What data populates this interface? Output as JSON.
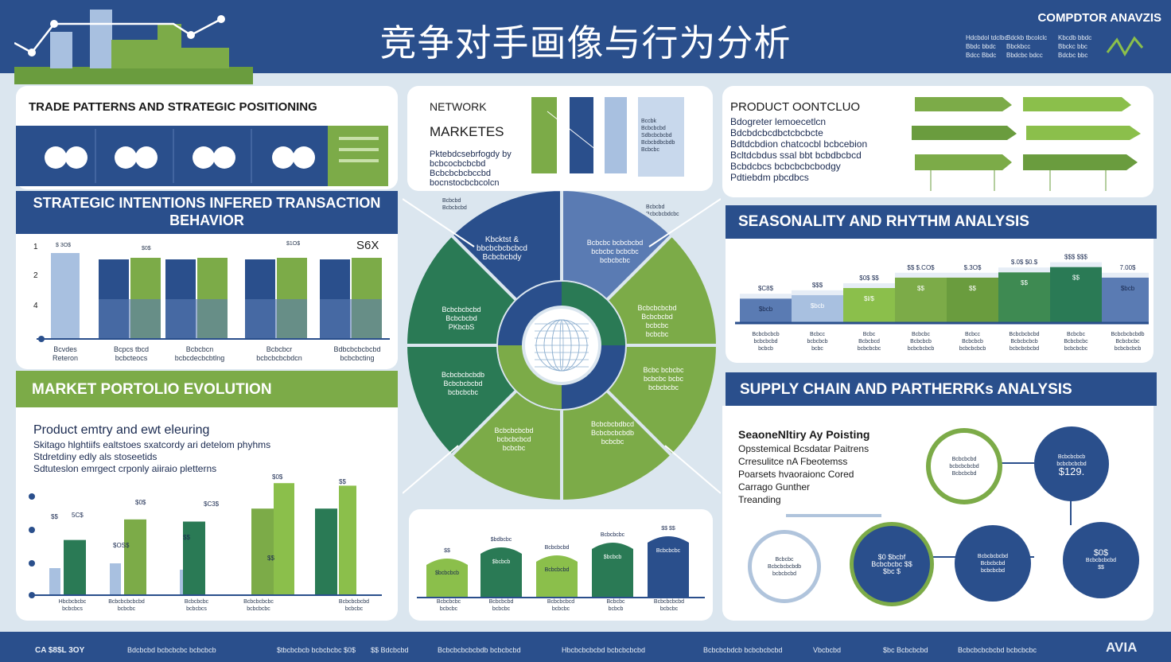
{
  "header": {
    "title": "竞争对手画像与行为分析",
    "brand": "COMPDTOR ANAVZIS",
    "cols": [
      [
        "Hdcbdol tdclbc",
        "Bbdc bbdc",
        "Bdcc Bbdc"
      ],
      [
        "Bdckb tbcolclc",
        "Bbckbcc",
        "Bbdcbc bdcc"
      ],
      [
        "Kbcdb bbdc",
        "Bbckc bbc",
        "Bdcbc bbc"
      ]
    ]
  },
  "trade": {
    "title": "TRADE PATTERNS AND STRATEGIC POSITIONING"
  },
  "network": {
    "line1": "NETWORK",
    "line2": "MARKETES",
    "lines": [
      "Pktebdcsebrfogdy by",
      "bcbcocbcbcbd",
      "Bcbcbcbcbccbd",
      "bocnstocbcbcolcn"
    ],
    "side": [
      "Bccbk",
      "Bcbcbcbd",
      "Sdbcbcbcbd",
      "Bcbcbdbcbdb",
      "Bcbcbc"
    ],
    "below": [
      "Bcbcbd",
      "Bcbcbcbd"
    ],
    "below_right": [
      "Bcbcbd",
      "Bcbcbcbdcbc"
    ]
  },
  "product": {
    "title": "PRODUCT OONTCLUO",
    "lines": [
      "Bdogreter lemoecetlcn",
      "Bdcbdcbcdbctcbcbcte",
      "Bdtdcbdion chatcocbl bcbcebion",
      "Bcltdcbdus ssal bbt bcbdbcbcd",
      "Bcbdcbcs bcbcbcbcbodgy",
      "Pdtiebdm pbcdbcs"
    ]
  },
  "strategic": {
    "title": "STRATEGIC INTENTIONS INFERED TRANSACTION BEHAVIOR",
    "y_ticks": [
      "1",
      "2",
      "4"
    ],
    "bar_labels": [
      "$ 3O$",
      "$0$",
      "$1O$",
      "S6X"
    ],
    "x_labels": [
      [
        "Bcvdes",
        "Reteron"
      ],
      [
        "Bcpcs tbcd",
        "bcbcteocs"
      ],
      [
        "Bcbcbcn",
        "bcbcdecbcbtlng"
      ],
      [
        "Bcbcbcr",
        "bcbcbcbcbdcn"
      ],
      [
        "Bdbcbcbcbcbd",
        "bcbcbcting"
      ]
    ]
  },
  "wheel": {
    "segments": [
      [
        "Kbcktst &",
        "bbcbcbcbcbcd",
        "Bcbcbcbdy"
      ],
      [
        "Bcbcbc bcbcbcbd",
        "bcbcbc bcbcbc",
        "bcbcbcbc"
      ],
      [
        "Bcbcbcbcbd",
        "Bcbcbcbd",
        "bcbcbc",
        "bcbcbc"
      ],
      [
        "Bcbc bcbcbc",
        "bcbcbc bcbc",
        "bcbcbcbc"
      ],
      [
        "Bcbcbcbdbcd",
        "Bcbcbcbcbdb",
        "bcbcbc"
      ],
      [
        "Bcbcbcbcbd",
        "bcbcbcbcd",
        "bcbcbc"
      ],
      [
        "Bcbcbcbcbdb",
        "Bcbcbcbcbd",
        "bcbcbcbc"
      ],
      [
        "Bcbcbcbcbd",
        "Bcbcbcbd",
        "PKbcbS"
      ]
    ]
  },
  "seasonality": {
    "title": "SEASONALITY AND RHYTHM ANALYSIS",
    "values": [
      1.4,
      1.6,
      2.0,
      2.6,
      2.6,
      2.9,
      3.2,
      2.6
    ],
    "top_labels": [
      "$C8$",
      "$$$",
      "$0$ $$",
      "$$ $.CO$",
      "$.3O$",
      "$.0$ $0.$",
      "$$$ $$$",
      "7.00$"
    ],
    "inner": [
      "$bcb",
      "$bcb",
      "$l/$",
      "$$",
      "$$",
      "$$",
      "$$",
      "$bcb"
    ],
    "x_labels": [
      [
        "Bcbcbcbcb",
        "bcbcbcbd",
        "bcbcb"
      ],
      [
        "Bcbcc",
        "bcbcbcb",
        "bcbc"
      ],
      [
        "Bcbc",
        "Bcbcbcd",
        "bcbcbcbc"
      ],
      [
        "Bcbcbc",
        "Bcbcbcb",
        "bcbcbcbcb"
      ],
      [
        "Bcbcc",
        "Bcbcbcb",
        "bcbcbcbcb"
      ],
      [
        "Bcbcbcbcbd",
        "Bcbcbcbcb",
        "bcbcbcbcbd"
      ],
      [
        "Bcbcbc",
        "Bcbcbcbc",
        "bcbcbcbc"
      ],
      [
        "Bcbcbcbcbdb",
        "Bcbcbcbc",
        "bcbcbcbcb"
      ]
    ]
  },
  "market": {
    "title": "MARKET PORTOLIO EVOLUTION",
    "headline": "Product emtry and ewt eleuring",
    "lines": [
      "Skitago hlghtiifs ealtstoes sxatcordy ari detelom phyhms",
      "Stdretdiny edly als stoseetids",
      "Sdtuteslon emrgect crponly aiiraio pletterns"
    ],
    "bar_labels": [
      "$$",
      "5C$",
      "$0$",
      "$OS$",
      "$$",
      "$C3$",
      "$$",
      "$0$",
      "$$"
    ],
    "x_labels": [
      [
        "Hbcbcbcbc",
        "bcbcbcs"
      ],
      [
        "Bcbcbcbcbcbd",
        "bcbcbc"
      ],
      [
        "Bcbcbcbc",
        "bcbcbcs"
      ],
      [
        "Bcbcbcbcbc",
        "bcbcbcbc"
      ],
      [
        "Bcbcbcbcbd",
        "bcbcbc"
      ]
    ]
  },
  "bottom_chart": {
    "top_labels": [
      "$$",
      "$bdbcbc",
      "Bcbcbcbd",
      "Bcbcbcbc",
      "$$ $$"
    ],
    "inner": [
      "$bcbcbcb",
      "$bcbcb",
      "Bcbcbcbd",
      "$bcbcb",
      "Bcbcbcbc"
    ],
    "x_labels": [
      [
        "Bcbcbcbc",
        "bcbcbc"
      ],
      [
        "Bcbcbcbd",
        "bcbcbc"
      ],
      [
        "Bcbcbcbcd",
        "bcbcbc"
      ],
      [
        "Bcbcbc",
        "bcbcb"
      ],
      [
        "Bcbcbcbcbd",
        "bcbcbc"
      ]
    ]
  },
  "supply": {
    "title": "SUPPLY CHAIN AND PARTHERRKs ANALYSIS",
    "headline": "SeaoneNltiry Ay Poisting",
    "lines": [
      "Opsstemical Bcsdatar Paitrens",
      "Crresulitce nA Fbeotemss",
      "Poarsets hvaoraionc Cored",
      "Carrago Gunther",
      "Treanding"
    ],
    "nodes": [
      [
        "Bcbcbcbd",
        "bcbcbcbcbd",
        "Bcbcbcbd"
      ],
      [
        "Bcbcbcbcb",
        "bcbcbcbcbd",
        "$129."
      ],
      [
        "Bcbcbc",
        "Bcbcbcbcbdb",
        "bcbcbcbd"
      ],
      [
        "$0 $bcbf",
        "Bcbcbcbc $$",
        "$bc $"
      ],
      [
        "Bcbcbcbcbd",
        "Bcbcbcbd",
        "bcbcbcbd"
      ],
      [
        "$0$",
        "Bcbcbcbcbd",
        "$$"
      ]
    ]
  },
  "footer": {
    "items": [
      "CA $8$L 3OY",
      "Bdcbcbd bcbcbcbc bcbcbcb",
      "$tbcbcbcb bcbcbcbc $0$",
      "$$ Bdcbcbd",
      "Bcbcbcbcbcbdb bcbcbcbd",
      "Hbcbcbcbcbd bcbcbcbcbd",
      "Bcbcbcbdcb bcbcbcbcbd",
      "Vbcbcbd",
      "$bc Bcbcbcbd",
      "Bcbcbcbcbcbd bcbcbcbc"
    ],
    "brand": "AVIA"
  }
}
